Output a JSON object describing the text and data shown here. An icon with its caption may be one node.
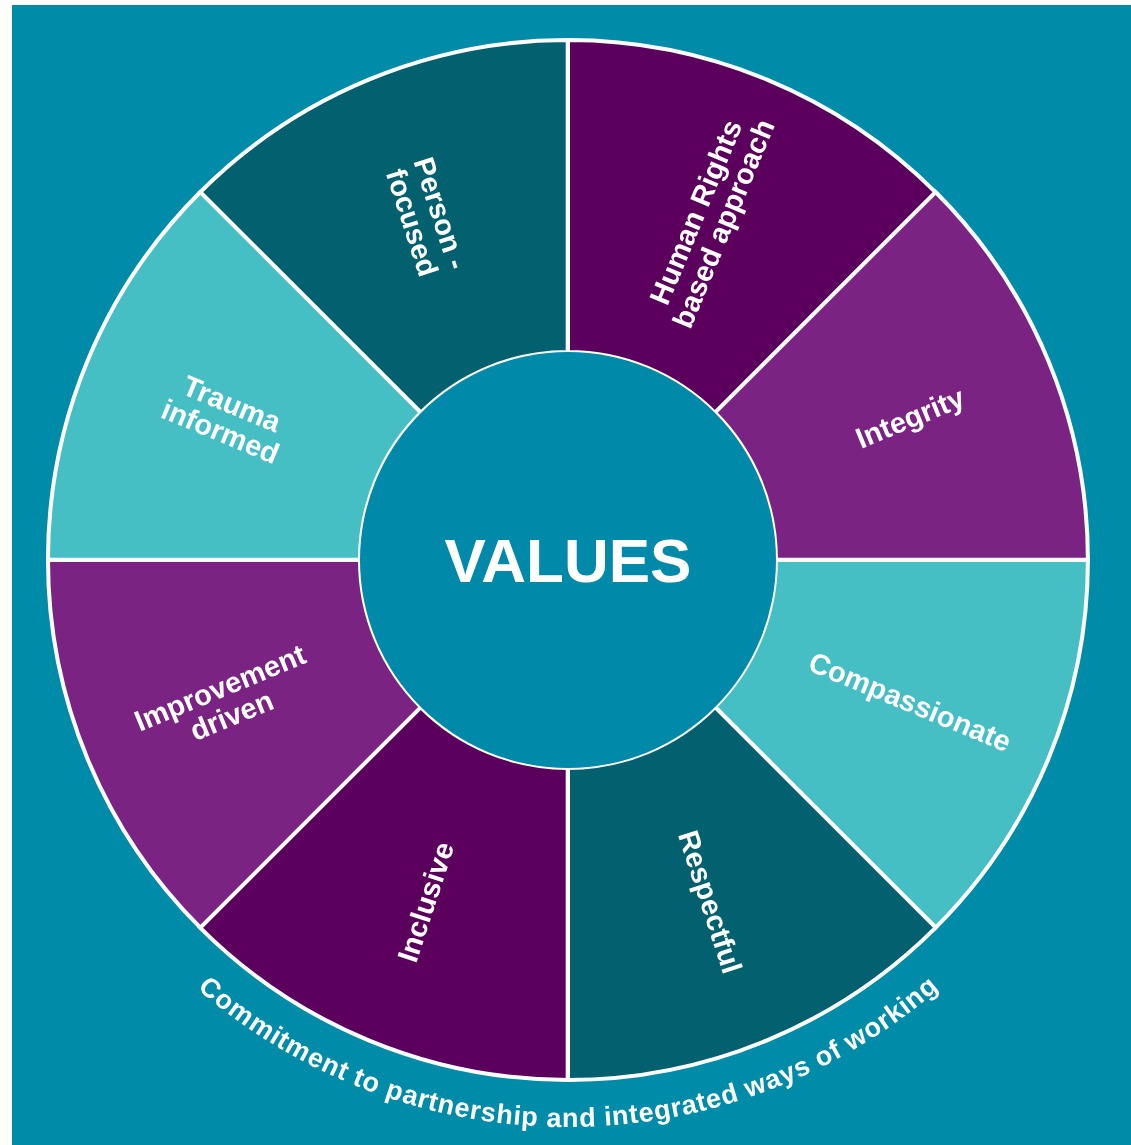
{
  "diagram": {
    "nodes": [
      {
        "text": [
          "Person - focused"
        ]
      },
      {
        "text": [
          "Human Rights based approach"
        ]
      },
      {
        "text": [
          "Integrity"
        ]
      },
      {
        "text": [
          "Compassionate"
        ]
      },
      {
        "text": [
          "Respectful"
        ]
      },
      {
        "text": [
          "Inclusive"
        ]
      },
      {
        "text": [
          "Improvement driven"
        ]
      },
      {
        "text": [
          "Trauma informed"
        ]
      },
      {
        "text": [
          "VALUES"
        ]
      }
    ],
    "edges": [],
    "labels": [
      "Commitment to partnership and integrated ways of working"
    ]
  }
}
